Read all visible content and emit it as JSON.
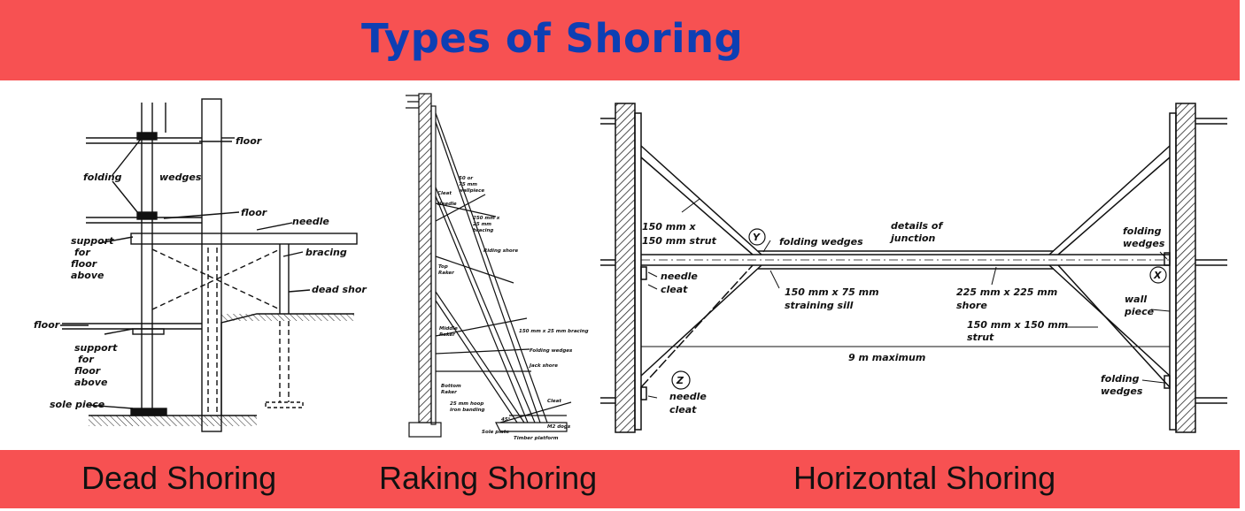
{
  "title": "Types of Shoring",
  "captions": {
    "dead": "Dead Shoring",
    "raking": "Raking Shoring",
    "horizontal": "Horizontal Shoring"
  },
  "colors": {
    "banner": "#f75152",
    "title": "#0d3fb3",
    "caption": "#111111"
  },
  "dead_shoring": {
    "labels": {
      "floor_top": "floor",
      "folding": "folding",
      "wedges": "wedges",
      "floor_mid": "floor",
      "needle": "needle",
      "support_1": "support",
      "for_1": "for",
      "floor_above_1": "floor",
      "above_1": "above",
      "bracing": "bracing",
      "dead_shore": "dead shor",
      "floor_left": "floor",
      "support_2": "support",
      "for_2": "for",
      "floor_above_2": "floor",
      "above_2": "above",
      "sole_piece": "sole piece"
    }
  },
  "raking_shoring": {
    "labels": {
      "wallpiece_1": "50 or",
      "wallpiece_2": "75 mm",
      "wallpiece_3": "wallpiece",
      "cleat": "Cleat",
      "needle": "Needle",
      "bracing_1": "250 mm x",
      "bracing_2": "25 mm",
      "bracing_3": "bracing",
      "riding_shore": "Riding shore",
      "top_raker_1": "Top",
      "top_raker_2": "Raker",
      "middle_raker_1": "Middle",
      "middle_raker_2": "Raker",
      "bracing_150": "150 mm x 25 mm bracing",
      "folding_wedges": "Folding wedges",
      "jack_shore": "Jack shore",
      "bottom_raker_1": "Bottom",
      "bottom_raker_2": "Raker",
      "hoop_1": "25 mm hoop",
      "hoop_2": "iron banding",
      "cleat_2": "Cleat",
      "dogs": "M2 dogs",
      "sole_plate": "Sole plate",
      "timber_platform": "Timber platform",
      "angle": "45°"
    }
  },
  "horizontal_shoring": {
    "labels": {
      "strut_1": "150 mm x",
      "strut_2": "150 mm strut",
      "marker_y": "Y",
      "folding_wedges_y": "folding wedges",
      "details_1": "details of",
      "details_2": "junction",
      "folding_r1": "folding",
      "wedges_r1": "wedges",
      "needle_1": "needle",
      "cleat_1": "cleat",
      "straining_1": "150 mm x 75 mm",
      "straining_2": "straining sill",
      "shore_1": "225 mm x 225 mm",
      "shore_2": "shore",
      "marker_x": "X",
      "wall_1": "wall",
      "wall_2": "piece",
      "strut_r1": "150 mm x 150 mm",
      "strut_r2": "strut",
      "maximum": "9 m maximum",
      "marker_z": "Z",
      "needle_2": "needle",
      "cleat_2": "cleat",
      "folding_r2": "folding",
      "wedges_r2": "wedges"
    }
  }
}
